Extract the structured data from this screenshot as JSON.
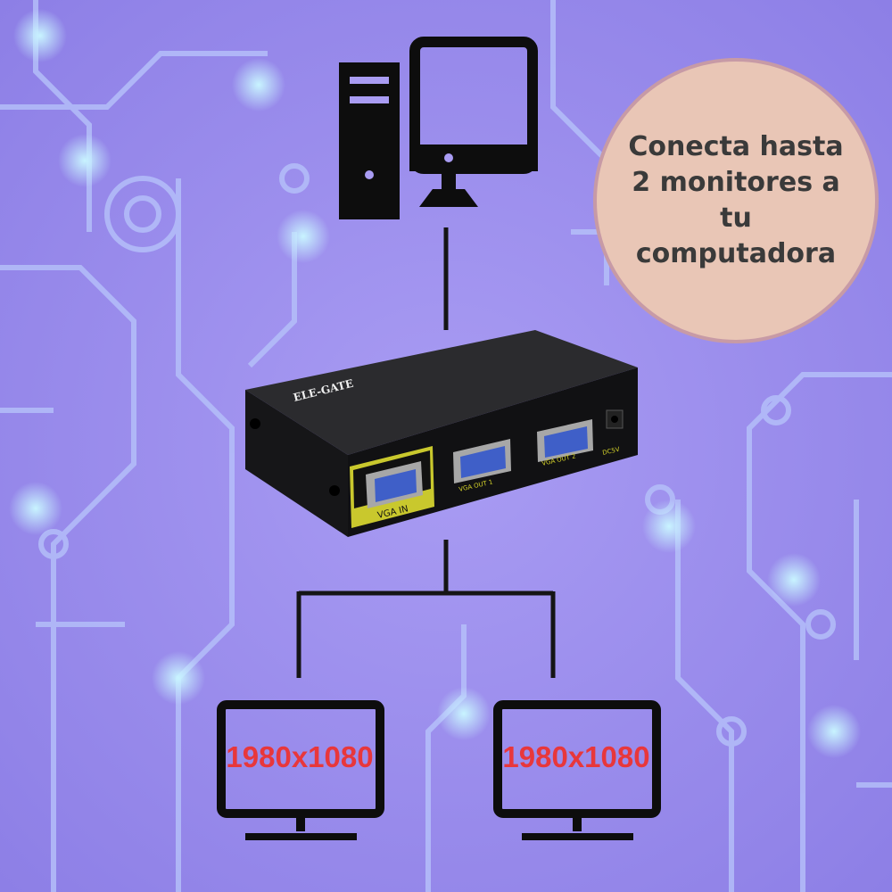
{
  "callout": {
    "text": "Conecta hasta 2 monitores a tu computadora"
  },
  "device": {
    "brand": "ELE-GATE",
    "ports": {
      "input": "VGA IN",
      "output_1": "VGA OUT 1",
      "output_2": "VGA OUT 2",
      "power": "DC5V"
    }
  },
  "monitors": [
    {
      "resolution": "1980x1080"
    },
    {
      "resolution": "1980x1080"
    }
  ],
  "colors": {
    "background": "#9b8ef0",
    "circuit": "#b8c4fb",
    "callout_fill": "#e9c6b6",
    "resolution_text": "#e8373b",
    "port_label": "#d4d22a"
  }
}
